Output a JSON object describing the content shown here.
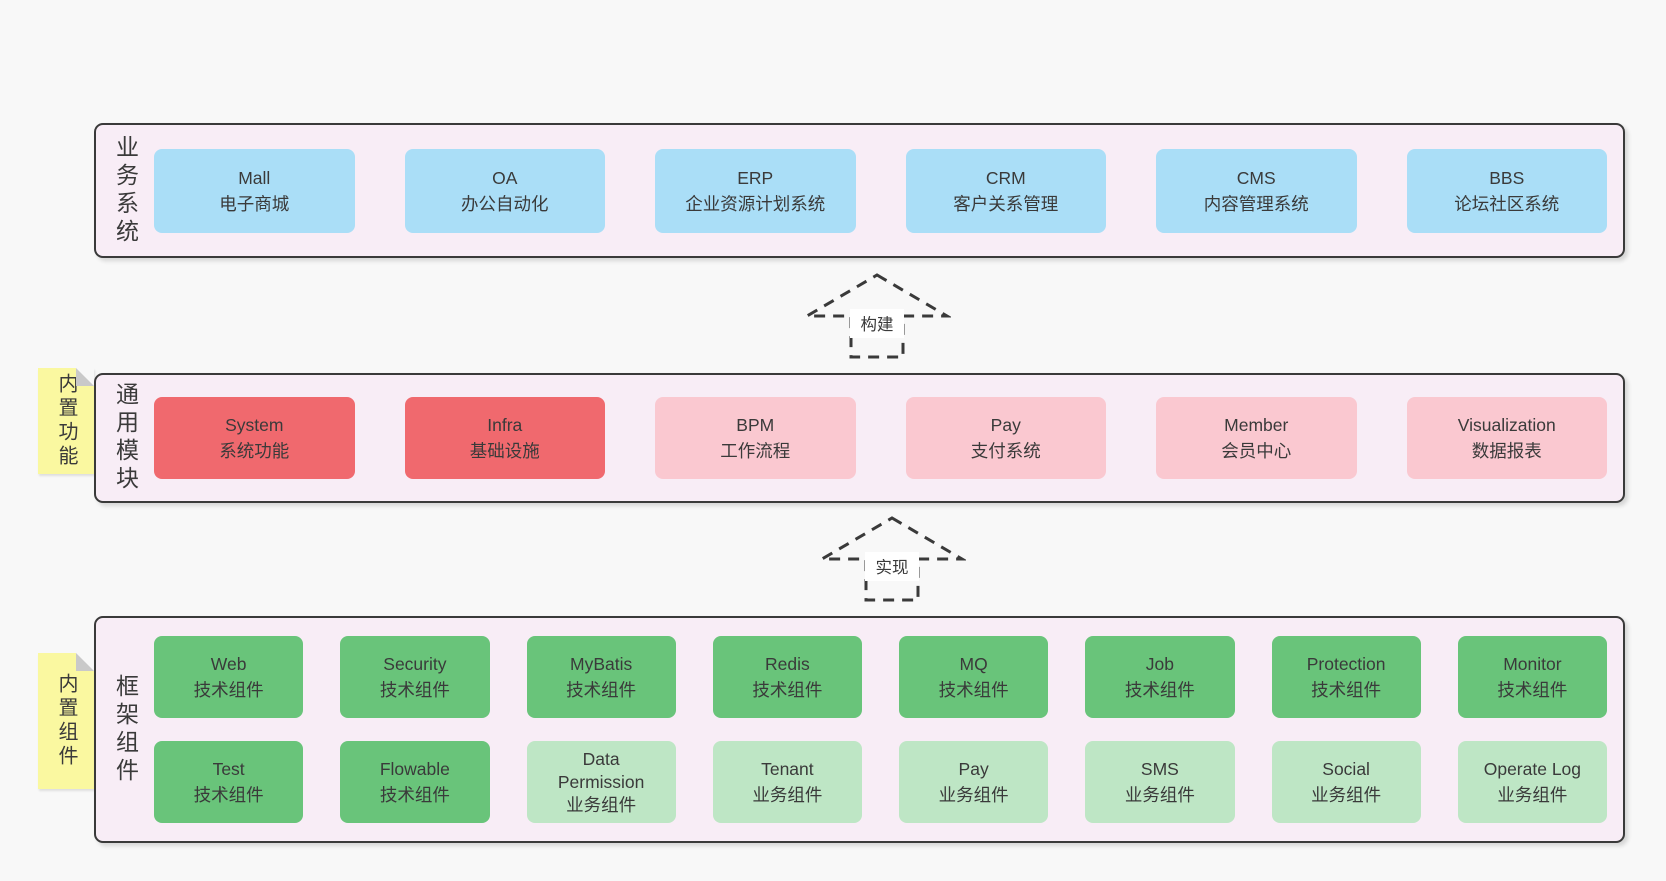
{
  "layers": {
    "business": {
      "label": "业务系统",
      "boxes": [
        {
          "en": "Mall",
          "zh": "电子商城"
        },
        {
          "en": "OA",
          "zh": "办公自动化"
        },
        {
          "en": "ERP",
          "zh": "企业资源计划系统"
        },
        {
          "en": "CRM",
          "zh": "客户关系管理"
        },
        {
          "en": "CMS",
          "zh": "内容管理系统"
        },
        {
          "en": "BBS",
          "zh": "论坛社区系统"
        }
      ]
    },
    "modules": {
      "label": "通用模块",
      "note": "内置功能",
      "boxes": [
        {
          "en": "System",
          "zh": "系统功能"
        },
        {
          "en": "Infra",
          "zh": "基础设施"
        },
        {
          "en": "BPM",
          "zh": "工作流程"
        },
        {
          "en": "Pay",
          "zh": "支付系统"
        },
        {
          "en": "Member",
          "zh": "会员中心"
        },
        {
          "en": "Visualization",
          "zh": "数据报表"
        }
      ]
    },
    "components": {
      "label": "框架组件",
      "note": "内置组件",
      "row1": [
        {
          "en": "Web",
          "zh": "技术组件"
        },
        {
          "en": "Security",
          "zh": "技术组件"
        },
        {
          "en": "MyBatis",
          "zh": "技术组件"
        },
        {
          "en": "Redis",
          "zh": "技术组件"
        },
        {
          "en": "MQ",
          "zh": "技术组件"
        },
        {
          "en": "Job",
          "zh": "技术组件"
        },
        {
          "en": "Protection",
          "zh": "技术组件"
        },
        {
          "en": "Monitor",
          "zh": "技术组件"
        }
      ],
      "row2": [
        {
          "en": "Test",
          "zh": "技术组件"
        },
        {
          "en": "Flowable",
          "zh": "技术组件"
        },
        {
          "en": "Data Permission",
          "zh": "业务组件"
        },
        {
          "en": "Tenant",
          "zh": "业务组件"
        },
        {
          "en": "Pay",
          "zh": "业务组件"
        },
        {
          "en": "SMS",
          "zh": "业务组件"
        },
        {
          "en": "Social",
          "zh": "业务组件"
        },
        {
          "en": "Operate Log",
          "zh": "业务组件"
        }
      ]
    }
  },
  "arrows": {
    "build": "构建",
    "implement": "实现"
  },
  "colors": {
    "page_bg": "#f8f8f8",
    "panel_bg": "#f8edf6",
    "panel_border": "#3a3a3a",
    "box_blue": "#aadef7",
    "box_red": "#f0696e",
    "box_pink": "#fac8d0",
    "box_green": "#69c47a",
    "box_light_green": "#bee6c5",
    "note_yellow": "#faf8a0",
    "note_fold_gray": "#c9c9c9",
    "text": "#3a3a3a"
  }
}
